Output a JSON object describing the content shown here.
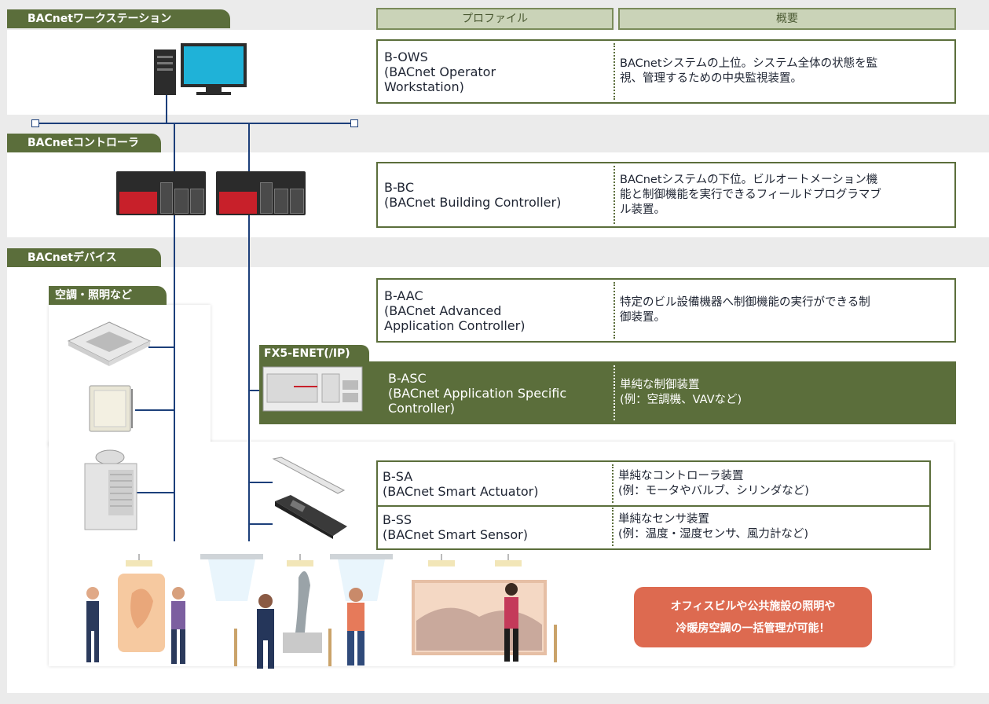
{
  "sections": {
    "workstation": "BACnetワークステーション",
    "controller": "BACnetコントローラ",
    "device": "BACnetデバイス",
    "hvac": "空調・照明など"
  },
  "columns": {
    "profile": "プロファイル",
    "overview": "概要"
  },
  "profiles": [
    {
      "name": "B-OWS",
      "full_line1": "(BACnet Operator",
      "full_line2": "Workstation)",
      "desc_line1": "BACnetシステムの上位。システム全体の状態を監",
      "desc_line2": "視、管理するための中央監視装置。",
      "desc_line3": ""
    },
    {
      "name": "B-BC",
      "full_line1": "(BACnet Building Controller)",
      "full_line2": "",
      "desc_line1": "BACnetシステムの下位。ビルオートメーション機",
      "desc_line2": "能と制御機能を実行できるフィールドプログラマブ",
      "desc_line3": "ル装置。"
    },
    {
      "name": "B-AAC",
      "full_line1": "(BACnet Advanced",
      "full_line2": "Application Controller)",
      "desc_line1": "特定のビル設備機器へ制御機能の実行ができる制",
      "desc_line2": "御装置。",
      "desc_line3": ""
    },
    {
      "name": "B-ASC",
      "full_line1": "(BACnet Application Specific",
      "full_line2": "Controller)",
      "desc_line1": "単純な制御装置",
      "desc_line2": "(例：空調機、VAVなど)",
      "desc_line3": ""
    },
    {
      "name": "B-SA",
      "full_line1": "(BACnet Smart Actuator)",
      "full_line2": "",
      "desc_line1": "単純なコントローラ装置",
      "desc_line2": "(例：モータやバルブ、シリンダなど)",
      "desc_line3": ""
    },
    {
      "name": "B-SS",
      "full_line1": "(BACnet Smart Sensor)",
      "full_line2": "",
      "desc_line1": "単純なセンサ装置",
      "desc_line2": "(例：温度・湿度センサ、風力計など)",
      "desc_line3": ""
    }
  ],
  "fx5_label": "FX5-ENET(/IP)",
  "callout": {
    "line1": "オフィスビルや公共施設の照明や",
    "line2": "冷暖房空調の一括管理が可能！"
  },
  "colors": {
    "green": "#5b6e3b",
    "header_fill": "#cad3b8",
    "line_blue": "#1c3f7a",
    "callout": "#dd6a50"
  }
}
